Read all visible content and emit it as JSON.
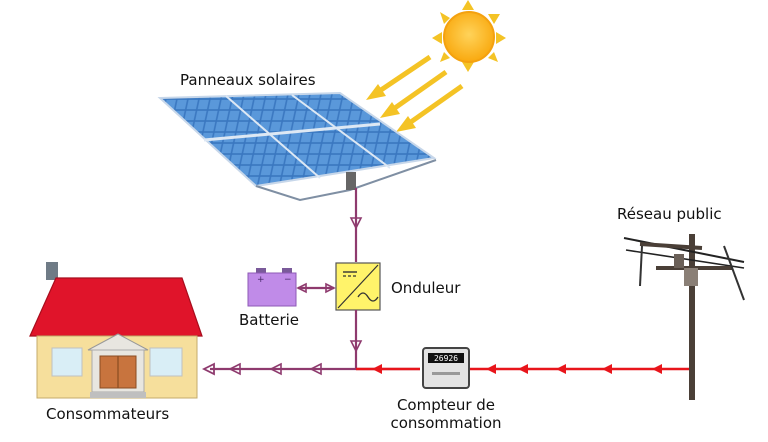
{
  "labels": {
    "solar_panels": "Panneaux solaires",
    "public_grid": "Réseau public",
    "battery": "Batterie",
    "inverter": "Onduleur",
    "consumers": "Consommateurs",
    "meter_line1": "Compteur de",
    "meter_line2": "consommation"
  },
  "meter": {
    "reading": "26926"
  },
  "colors": {
    "dc_line": "#8e3a6e",
    "grid_line": "#e8151b",
    "battery": "#c08be8",
    "inverter": "#fff36a",
    "roof": "#e0142a",
    "house_wall": "#f6df9c",
    "door": "#c8743e",
    "sun": "#fdb515",
    "sun_rays": "#f4c325",
    "panel": "#3a77c0"
  }
}
